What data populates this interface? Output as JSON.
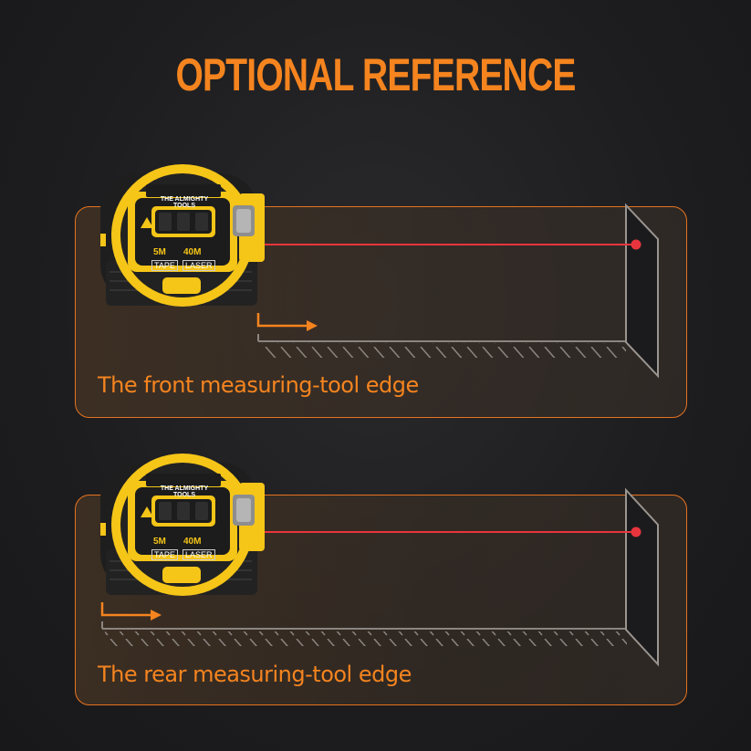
{
  "title": "OPTIONAL REFERENCE",
  "colors": {
    "accent": "#f5841f",
    "laser": "#e8353d",
    "panel_border": "#e6731f",
    "tool_yellow": "#f5c518",
    "tool_black": "#1c1c1c",
    "background": "#1d1d1f"
  },
  "device": {
    "brand": "THE ALMIGHTY TOOLS",
    "tape_range": "5M",
    "tape_label": "TAPE",
    "laser_range": "40M",
    "laser_label": "LASER"
  },
  "panels": [
    {
      "id": "front",
      "caption": "The front measuring-tool edge",
      "reference_edge": "front"
    },
    {
      "id": "rear",
      "caption": "The rear measuring-tool edge",
      "reference_edge": "rear"
    }
  ]
}
